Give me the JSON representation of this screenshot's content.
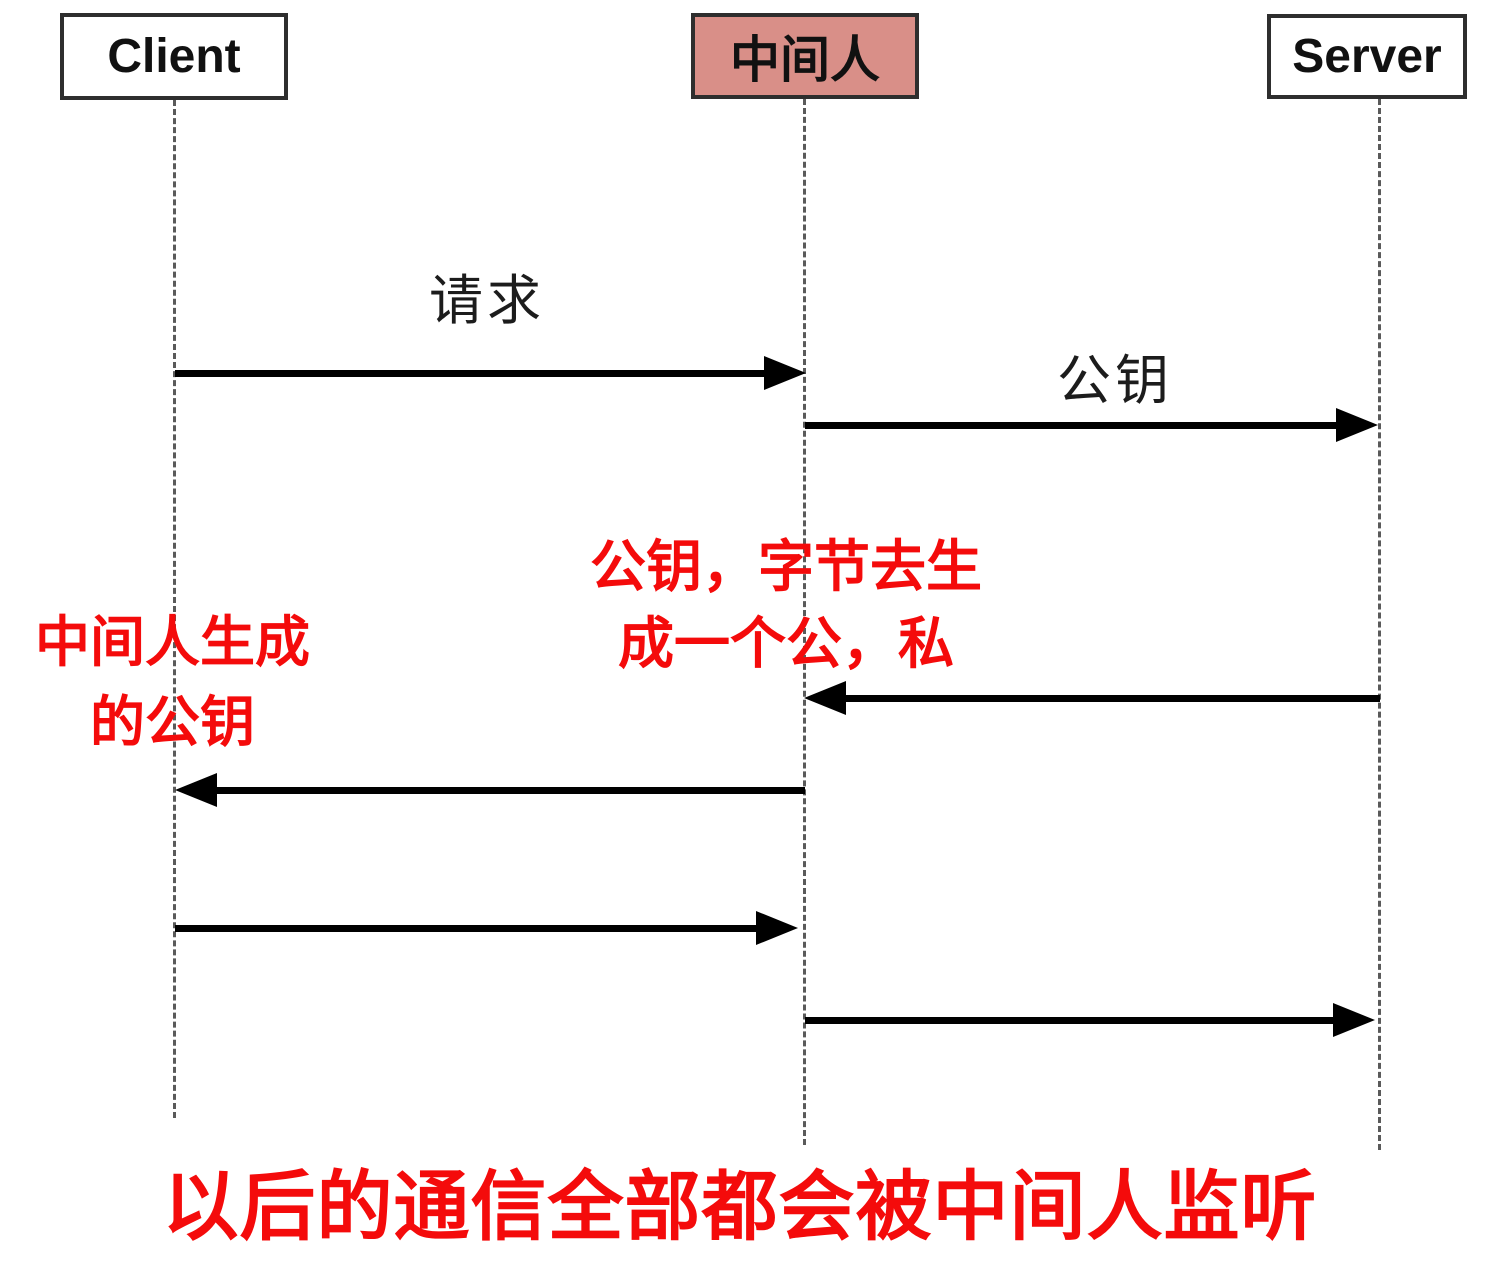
{
  "diagram": {
    "type": "sequence",
    "description": "Man-in-the-middle attack sequence diagram"
  },
  "actors": [
    {
      "id": "client",
      "label": "Client"
    },
    {
      "id": "mitm",
      "label": "中间人"
    },
    {
      "id": "server",
      "label": "Server"
    }
  ],
  "messages": [
    {
      "from": "Client",
      "to": "中间人",
      "label": "请求",
      "direction": "right"
    },
    {
      "from": "中间人",
      "to": "Server",
      "label": "公钥",
      "direction": "right"
    },
    {
      "from": "Server",
      "to": "中间人",
      "label": "",
      "direction": "left"
    },
    {
      "from": "中间人",
      "to": "Client",
      "label": "",
      "direction": "left"
    },
    {
      "from": "Client",
      "to": "中间人",
      "label": "",
      "direction": "right"
    },
    {
      "from": "中间人",
      "to": "Server",
      "label": "",
      "direction": "right"
    }
  ],
  "annotations": {
    "mitm_note": {
      "lines": [
        "公钥，字节去生",
        "成一个公，私"
      ]
    },
    "client_note": {
      "lines": [
        "中间人生成",
        "的公钥"
      ]
    },
    "footer": "以后的通信全部都会被中间人监听"
  },
  "colors": {
    "annotation_red": "#f40b0b",
    "mitm_fill": "#d98f88",
    "actor_border": "#2e2e2e",
    "lifeline_gray": "#5a5a5a",
    "arrow_black": "#000000"
  }
}
